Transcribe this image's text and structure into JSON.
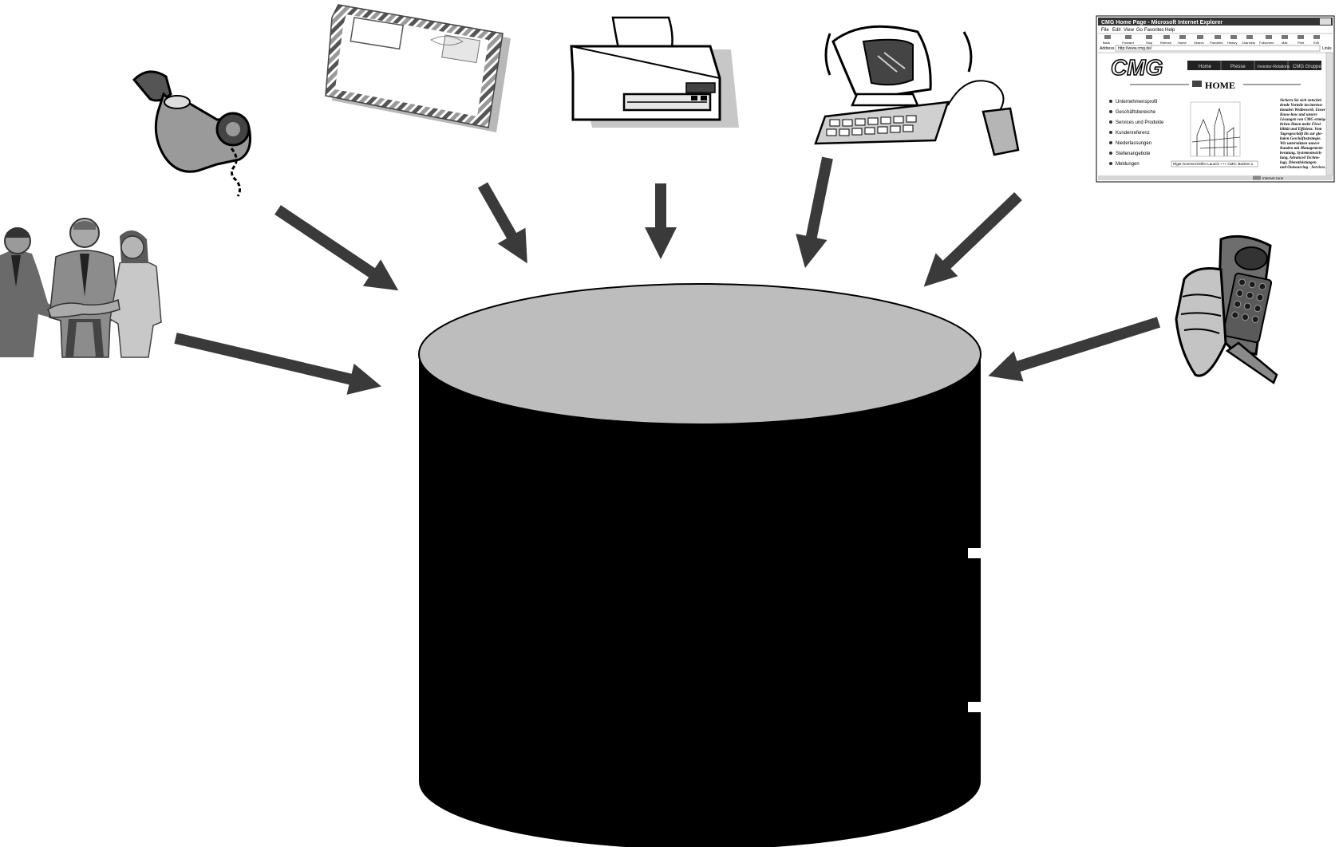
{
  "browser": {
    "title": "CMG Home Page - Microsoft Internet Explorer",
    "menu": [
      "File",
      "Edit",
      "View",
      "Go",
      "Favorites",
      "Help"
    ],
    "toolbar": [
      "Back",
      "Forward",
      "Stop",
      "Refresh",
      "Home",
      "Search",
      "Favorites",
      "History",
      "Channels",
      "Fullscreen",
      "Mail",
      "Print",
      "Edit"
    ],
    "address_label": "Address",
    "address_url": "http://www.cmg.de/",
    "links_label": "Links",
    "logo": "CMG",
    "tabs": [
      "Home",
      "Presse",
      "Investor-Relations",
      "CMG Gruppe"
    ],
    "heading": "HOME",
    "nav_items": [
      "Unternehmensprofil",
      "Geschäftsbereiche",
      "Services und Produkte",
      "Kundenreferenz",
      "Niederlassungen",
      "Stellenangebote",
      "Meldungen"
    ],
    "paragraph_lines": [
      "Sichern Sie sich entschei-",
      "dende Vorteile im interna-",
      "tionalen Wettbewerb. Unser",
      "Know-how und unsere",
      "Lösungen von CMG ermög-",
      "lichen Ihnen mehr Flexi-",
      "bilität und Effizienz. Vom",
      "Tagesgeschäft bis zur glo-",
      "balen Geschäftsstrategie.",
      "Wir unterstützen unsere",
      "Kunden mit Management-",
      "beratung, Systementwick-",
      "lung, Advanced Techno-",
      "logy, Dienstleistungen",
      "und Outsourcing - Services."
    ],
    "ticker": "Rigen kommerziellen Launch +++ CMG: Banken u",
    "status_zone": "Internet zone"
  },
  "colors": {
    "arrow": "#3a3a3a",
    "cylinder_top": "#bdbdbd",
    "cylinder_body": "#000000",
    "clipart_gray": "#7a7a7a"
  }
}
